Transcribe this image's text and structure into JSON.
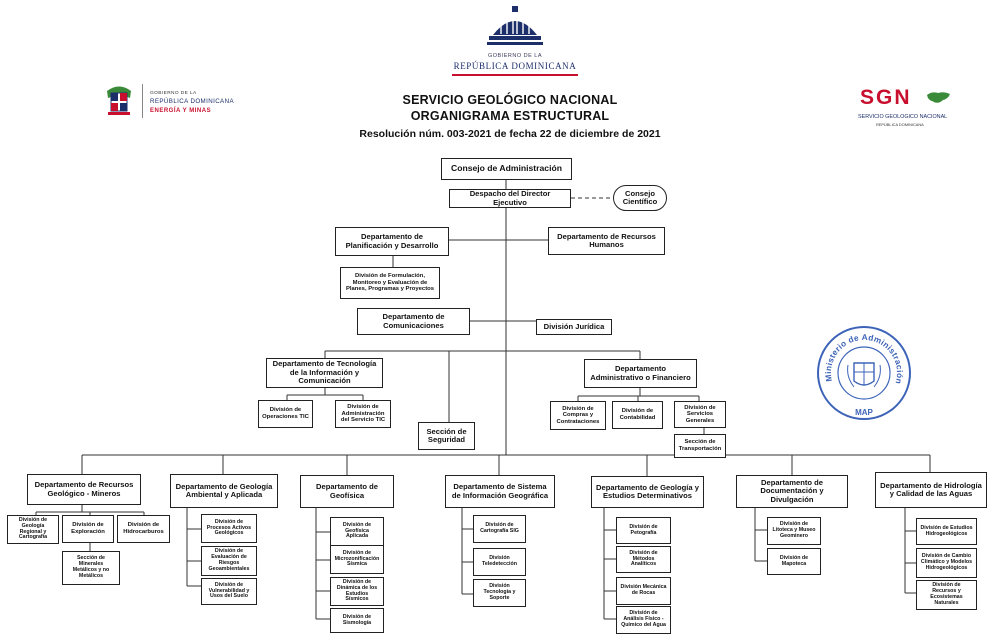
{
  "header": {
    "gov_line1": "GOBIERNO DE LA",
    "gov_line2": "REPÚBLICA DOMINICANA",
    "org_name": "SERVICIO GEOLÓGICO NACIONAL",
    "chart_title": "ORGANIGRAMA ESTRUCTURAL",
    "resolution": "Resolución núm. 003-2021 de fecha 22 de diciembre de 2021"
  },
  "left_logo": {
    "line1": "GOBIERNO DE LA",
    "line2": "REPÚBLICA DOMINICANA",
    "line3": "ENERGÍA Y MINAS"
  },
  "right_logo": {
    "acronym": "SGN",
    "line1": "SERVICIO GEOLOGICO NACIONAL",
    "line2": "REPÚBLICA DOMINICANA"
  },
  "seal": {
    "ring_text": "Ministerio de Administración Pública",
    "label": "MAP"
  },
  "colors": {
    "navy": "#1d2f6b",
    "red": "#c8102e",
    "green": "#3a8a3a",
    "seal_blue": "#3d63b8"
  },
  "org": {
    "consejo": "Consejo de Administración",
    "despacho": "Despacho del Director Ejecutivo",
    "cientifico": "Consejo Científico",
    "planificacion": "Departamento de Planificación y Desarrollo",
    "formulacion": "División de Formulación, Monitoreo y Evaluación de Planes, Programas y Proyectos",
    "rrhh": "Departamento de Recursos Humanos",
    "comunicaciones": "Departamento de Comunicaciones",
    "juridica": "División Jurídica",
    "tic": "Departamento de Tecnología de la Información y Comunicación",
    "operaciones_tic": "División de Operaciones TIC",
    "admin_servicio_tic": "División de Administración del Servicio TIC",
    "seguridad": "Sección de Seguridad",
    "administrativo": "Departamento Administrativo o Financiero",
    "compras": "División de Compras y Contrataciones",
    "contabilidad": "División de Contabilidad",
    "servicios_generales": "División de Servicios Generales",
    "transportacion": "Sección de Transportación",
    "rec_geo": "Departamento de Recursos Geológico - Mineros",
    "geo_regional": "División de Geología Regional y Cartografía",
    "exploracion": "División de Exploración",
    "hidrocarburos": "División de Hidrocarburos",
    "minerales": "Sección de Minerales Metálicos y no Metálicos",
    "amb": "Departamento de Geología Ambiental y Aplicada",
    "procesos": "División de Procesos Activos Geológicos",
    "riesgos": "División de Evaluación de Riesgos Geoambientales",
    "vulnerabilidad": "División de Vulnerabilidad y Usos del Suelo",
    "geofisica": "Departamento de Geofísica",
    "geofisica_aplicada": "División de Geofísica Aplicada",
    "microzonificacion": "División de Microzonificación Sísmica",
    "dinamica": "División de Dinámica de los Estudios Sísmicos",
    "sismologia": "División de Sismología",
    "sig": "Departamento de Sistema de Información Geográfica",
    "cartografia_sig": "División de Cartografía SIG",
    "teledeteccion": "División Teledetección",
    "tecnologia_soporte": "División Tecnología y Soporte",
    "estudios_det": "Departamento de Geología y Estudios Determinativos",
    "petrografia": "División de Petografía",
    "metodos": "División de Métodos Analíticos",
    "mecanica": "División Mecánica de Rocas",
    "analisis": "División de Análisis Físico - Químico del Agua",
    "documentacion": "Departamento de Documentación y Divulgación",
    "litoteca": "División de Litoteca y Museo Geominero",
    "mapoteca": "División de Mapoteca",
    "hidrologia": "Departamento de Hidrología y Calidad de las Aguas",
    "estudios_hidro": "División de Estudios Hidrogeológicos",
    "cambio_climatico": "División de Cambio Climático y Modelos Hidrogeológicos",
    "recursos_eco": "División de Recursos y Ecosistemas Naturales"
  }
}
